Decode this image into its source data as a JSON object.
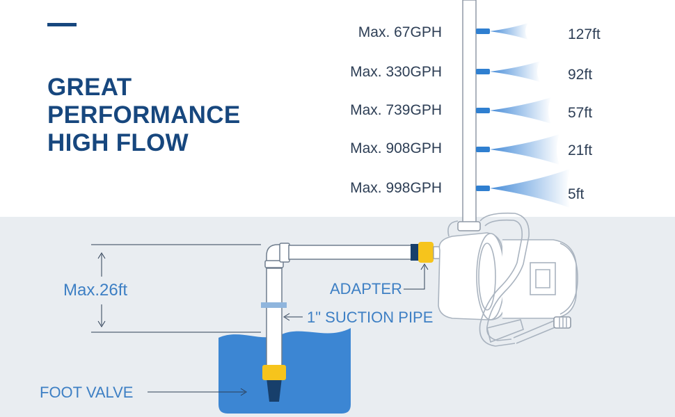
{
  "headline": {
    "line1": "GREAT",
    "line2": "PERFORMANCE",
    "line3": "HIGH FLOW"
  },
  "flow_levels": [
    {
      "flow": "Max. 67GPH",
      "head": "127ft"
    },
    {
      "flow": "Max. 330GPH",
      "head": "92ft"
    },
    {
      "flow": "Max. 739GPH",
      "head": "57ft"
    },
    {
      "flow": "Max. 908GPH",
      "head": "21ft"
    },
    {
      "flow": "Max. 998GPH",
      "head": "5ft"
    }
  ],
  "suction": {
    "max_lift": "Max.26ft",
    "adapter": "ADAPTER",
    "pipe": "1\" SUCTION PIPE",
    "foot_valve": "FOOT VALVE"
  },
  "colors": {
    "navy": "#17477e",
    "accent_blue": "#3d7fc4",
    "water": "#3c86d3",
    "valve_yellow": "#f6c41c",
    "panel": "#e9edf1"
  }
}
